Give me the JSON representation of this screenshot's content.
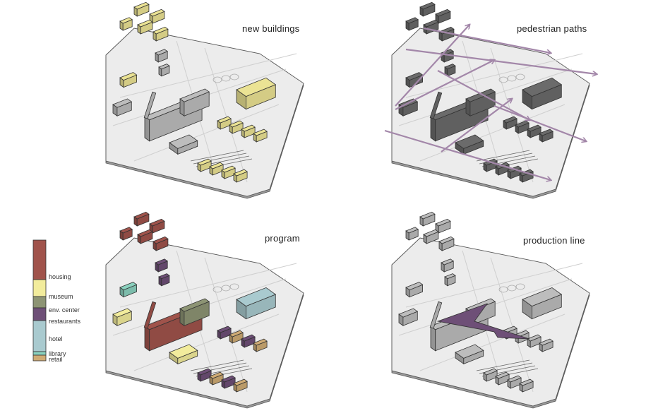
{
  "panels": {
    "new_buildings": {
      "title": "new buildings"
    },
    "pedestrian_paths": {
      "title": "pedestrian paths"
    },
    "program": {
      "title": "program"
    },
    "production_line": {
      "title": "production line"
    }
  },
  "legend": {
    "items": [
      {
        "label": "housing",
        "color": "#a0534b"
      },
      {
        "label": "museum",
        "color": "#f2ec9c"
      },
      {
        "label": "env. center",
        "color": "#8d9474"
      },
      {
        "label": "restaurants",
        "color": "#6e4f77"
      },
      {
        "label": "hotel",
        "color": "#a9cacf"
      },
      {
        "label": "library",
        "color": "#8ad1be"
      },
      {
        "label": "retail",
        "color": "#cfab74"
      }
    ]
  },
  "colors": {
    "site": "#ececec",
    "existing": "#bdbdbd",
    "new_building": "#ebe394",
    "dark_building": "#6b6b6b",
    "path": "#a387a9",
    "production_arrow": "#6e4f77"
  }
}
